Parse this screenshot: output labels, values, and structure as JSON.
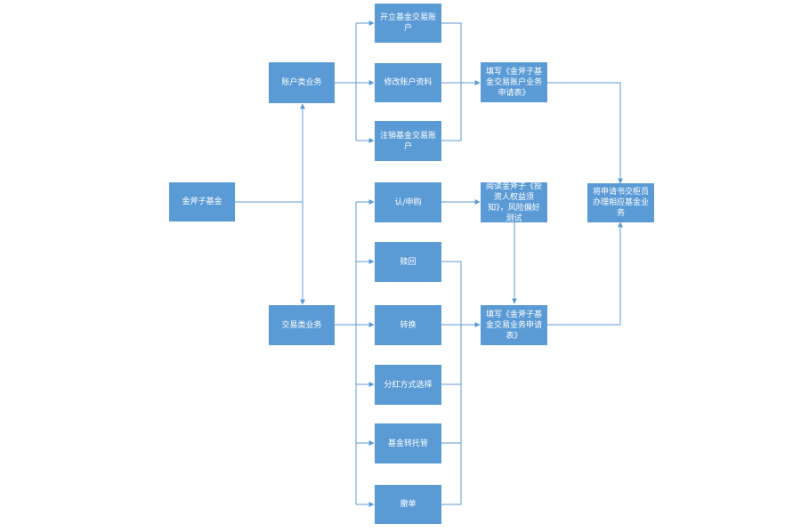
{
  "nodes": {
    "root": "金斧子基金",
    "account_business": "账户类业务",
    "trade_business": "交易类业务",
    "open_account": "开立基金交易账户",
    "modify_account": "修改账户资料",
    "cancel_account": "注销基金交易账户",
    "subscribe": "认/申购",
    "redeem": "赎回",
    "convert": "转换",
    "dividend": "分红方式选择",
    "transfer_custody": "基金转托管",
    "withdraw": "撤单",
    "fill_account_form": "填写《金斧子基金交易账户业务申请表》",
    "read_notice": "阅读金斧子《投资人权益须知》，风险偏好测试",
    "fill_trade_form": "填写《金斧子基金交易业务申请表》",
    "submit": "将申请书交柜员办理相应基金业务"
  },
  "colors": {
    "node_fill": "#5b9bd5",
    "node_text": "#ffffff",
    "edge": "#5b9bd5"
  }
}
